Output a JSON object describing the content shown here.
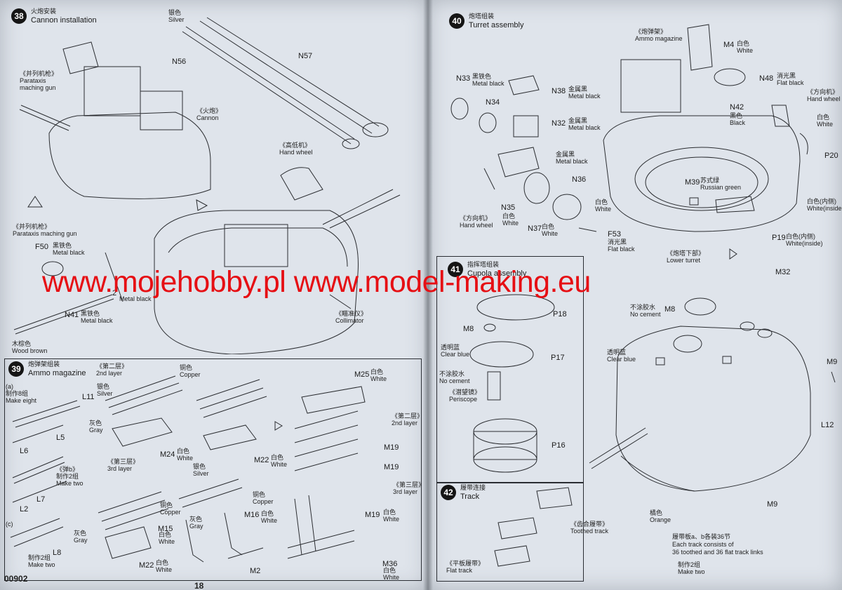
{
  "watermark": "www.mojehobby.pl www.model-making.eu",
  "footer": {
    "catalog": "00902",
    "page_left": "18"
  },
  "steps": {
    "s38": {
      "num": "38",
      "zh": "火炮安装",
      "en": "Cannon installation"
    },
    "s39": {
      "num": "39",
      "zh": "炮弹架组装",
      "en": "Ammo magazine"
    },
    "s40": {
      "num": "40",
      "zh": "炮塔组装",
      "en": "Turret assembly"
    },
    "s41": {
      "num": "41",
      "zh": "指挥塔组装",
      "en": "Cupola assembly"
    },
    "s42": {
      "num": "42",
      "zh": "履带连接",
      "en": "Track"
    }
  },
  "labels": {
    "silver_zh": "银色",
    "silver_en": "Silver",
    "n56": "N56",
    "n57": "N57",
    "parataxis_zh": "《并列机枪》",
    "parataxis_en1": "Parataxis",
    "parataxis_en2": "maching gun",
    "cannon_zh": "《火炮》",
    "cannon_en": "Cannon",
    "handwheel_zh": "《高低机》",
    "handwheel_en": "Hand wheel",
    "parataxis2_zh": "《并列机枪》",
    "parataxis2_en": "Parataxis maching gun",
    "f50": "F50",
    "f50_zh": "黑铁色",
    "f50_en": "Metal black",
    "n41": "N41",
    "n41_zh": "黑铁色",
    "n41_en": "Metal black",
    "n42_partial": "2",
    "n42_partial_en": "Metal black",
    "wood_zh": "木棕色",
    "wood_en": "Wood brown",
    "collimator_zh": "《瞄准仪》",
    "collimator_en": "Collimator",
    "l11": "L11",
    "l5": "L5",
    "l6": "L6",
    "l2": "L2",
    "l7": "L7",
    "l8": "L8",
    "a1": "(a)",
    "make8_zh": "制作8组",
    "make8_en": "Make eight",
    "b1": "《弹b》",
    "make2_zh": "制作2组",
    "make2_en": "Make two",
    "c1": "(c)",
    "make2b_zh": "制作2组",
    "make2b_en": "Make two",
    "layer2_zh": "《第二层》",
    "layer2_en": "2nd layer",
    "copper_zh": "铜色",
    "copper_en": "Copper",
    "silver2_zh": "银色",
    "silver2_en": "Silver",
    "gray_zh": "灰色",
    "gray_en": "Gray",
    "m24": "M24",
    "m24_zh": "白色",
    "m24_en": "White",
    "m22a": "M22",
    "m22a_zh": "白色",
    "m22a_en": "White",
    "layer3_zh": "《第三层》",
    "layer3_en": "3rd layer",
    "silver3_zh": "银色",
    "silver3_en": "Silver",
    "copper3_zh": "铜色",
    "copper3_en": "Copper",
    "m15": "M15",
    "m15_zh": "白色",
    "m15_en": "White",
    "m16": "M16",
    "m16_zh": "白色",
    "m16_en": "White",
    "gray3_zh": "灰色",
    "gray3_en": "Gray",
    "m22b": "M22",
    "m22b_zh": "白色",
    "m22b_en": "White",
    "m2": "M2",
    "m25": "M25",
    "m25_zh": "白色",
    "m25_en": "White",
    "layer2b_zh": "《第二层》",
    "layer2b_en": "2nd layer",
    "m19a": "M19",
    "m19b": "M19",
    "layer3b_zh": "《第三层》",
    "layer3b_en": "3rd layer",
    "m19c": "M19",
    "m19c_zh": "白色",
    "m19c_en": "White",
    "m36": "M36",
    "m36_zh": "白色",
    "m36_en": "White",
    "ammo_zh": "《炮弹架》",
    "ammo_en": "Ammo magazine",
    "m4": "M4",
    "m4_zh": "白色",
    "m4_en": "White",
    "n48": "N48",
    "n48_zh": "消光黑",
    "n48_en": "Flat black",
    "n42": "N42",
    "n42_zh": "黑色",
    "n42_en": "Black",
    "handwheel2_zh": "《方向机》",
    "handwheel2_en": "Hand wheel",
    "white_zh": "白色",
    "white_en": "White",
    "p20": "P20",
    "white_inside_zh": "白色(内侧)",
    "white_inside_en": "White(inside",
    "n33": "N33",
    "n33_zh": "黑铁色",
    "n33_en": "Metal black",
    "n34": "N34",
    "n38": "N38",
    "n38_zh": "金属黑",
    "n38_en": "Metal black",
    "n32": "N32",
    "n32_zh": "金属黑",
    "n32_en": "Metal black",
    "mb_zh": "金属黑",
    "mb_en": "Metal black",
    "n36": "N36",
    "n36_zh": "白色",
    "n36_en": "White",
    "n35": "N35",
    "n35_zh": "白色",
    "n35_en": "White",
    "n37": "N37",
    "n37_zh": "白色",
    "n37_en": "White",
    "f53": "F53",
    "f53_zh": "消光黑",
    "f53_en": "Flat black",
    "hw3_zh": "《方向机》",
    "hw3_en": "Hand wheel",
    "m39": "M39",
    "m39_zh": "苏式绿",
    "m39_en": "Russian green",
    "p19": "P19",
    "p19_zh": "白色(内侧)",
    "p19_en": "White(inside)",
    "lower_zh": "《炮塔下部》",
    "lower_en": "Lower turret",
    "p18": "P18",
    "m8": "M8",
    "clear_zh": "透明蓝",
    "clear_en": "Clear blue",
    "p17": "P17",
    "nocement_zh": "不涂胶水",
    "nocement_en": "No cement",
    "periscope_zh": "《潜望镜》",
    "periscope_en": "Periscope",
    "p16": "P16",
    "m32": "M32",
    "m8b": "M8",
    "nocement2_zh": "不涂胶水",
    "nocement2_en": "No cement",
    "clear2_zh": "透明蓝",
    "clear2_en": "Clear blue",
    "m9a": "M9",
    "l12": "L12",
    "m9b": "M9",
    "orange_zh": "橘色",
    "orange_en": "Orange",
    "toothed_zh": "《齿合履带》",
    "toothed_en": "Toothed track",
    "flat_zh": "《平板履带》",
    "flat_en": "Flat track",
    "track_zh": "履带板a、b各装36节",
    "track_en1": "Each track consists of",
    "track_en2": "36 toothed and 36 flat track links",
    "maketwo_zh": "制作2组",
    "maketwo_en": "Make two"
  }
}
